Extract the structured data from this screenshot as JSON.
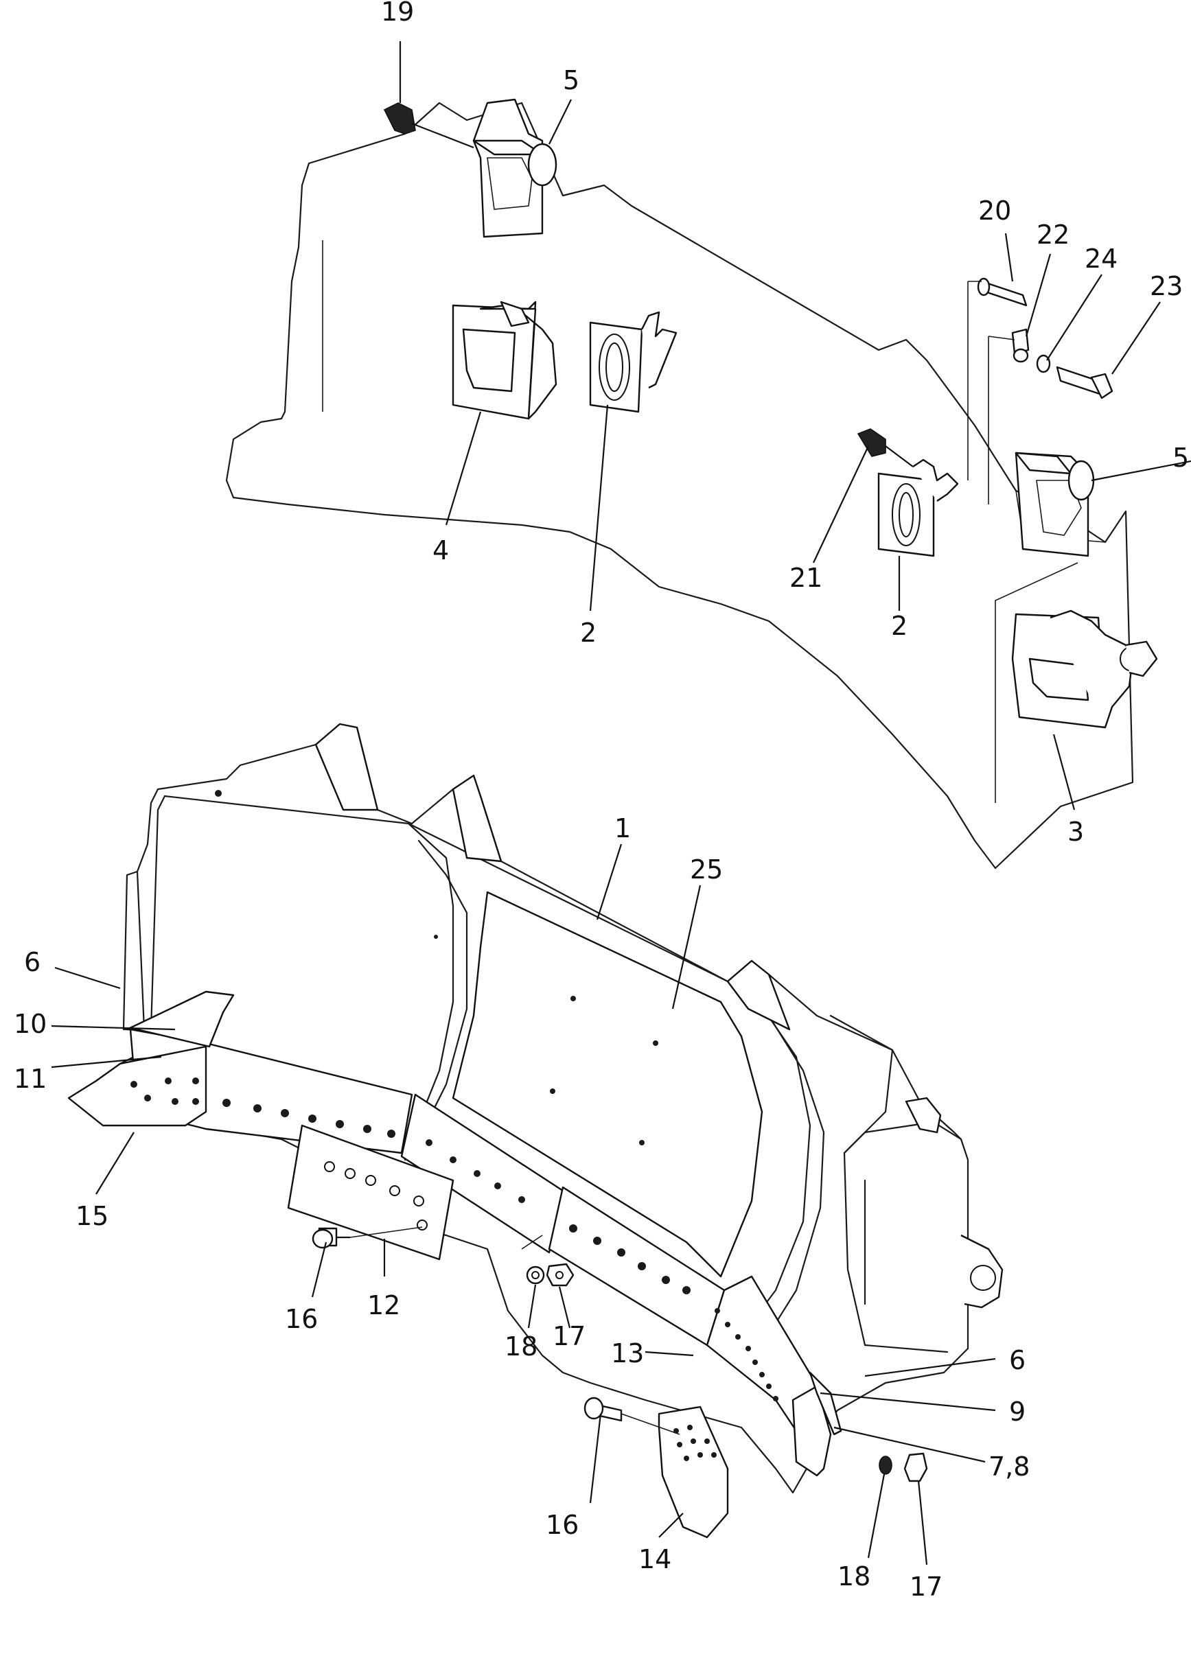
{
  "callouts": [
    {
      "id": "c19a",
      "text": "19"
    },
    {
      "id": "c5a",
      "text": "5"
    },
    {
      "id": "c20",
      "text": "20"
    },
    {
      "id": "c22",
      "text": "22"
    },
    {
      "id": "c24",
      "text": "24"
    },
    {
      "id": "c23",
      "text": "23"
    },
    {
      "id": "c5b",
      "text": "5"
    },
    {
      "id": "c4",
      "text": "4"
    },
    {
      "id": "c2a",
      "text": "2"
    },
    {
      "id": "c21",
      "text": "21"
    },
    {
      "id": "c2b",
      "text": "2"
    },
    {
      "id": "c3",
      "text": "3"
    },
    {
      "id": "c1",
      "text": "1"
    },
    {
      "id": "c25",
      "text": "25"
    },
    {
      "id": "c6a",
      "text": "6"
    },
    {
      "id": "c10",
      "text": "10"
    },
    {
      "id": "c11",
      "text": "11"
    },
    {
      "id": "c15",
      "text": "15"
    },
    {
      "id": "c16a",
      "text": "16"
    },
    {
      "id": "c12",
      "text": "12"
    },
    {
      "id": "c18a",
      "text": "18"
    },
    {
      "id": "c17a",
      "text": "17"
    },
    {
      "id": "c13",
      "text": "13"
    },
    {
      "id": "c6b",
      "text": "6"
    },
    {
      "id": "c9",
      "text": "9"
    },
    {
      "id": "c78",
      "text": "7,8"
    },
    {
      "id": "c16b",
      "text": "16"
    },
    {
      "id": "c14",
      "text": "14"
    },
    {
      "id": "c18b",
      "text": "18"
    },
    {
      "id": "c17b",
      "text": "17"
    }
  ]
}
